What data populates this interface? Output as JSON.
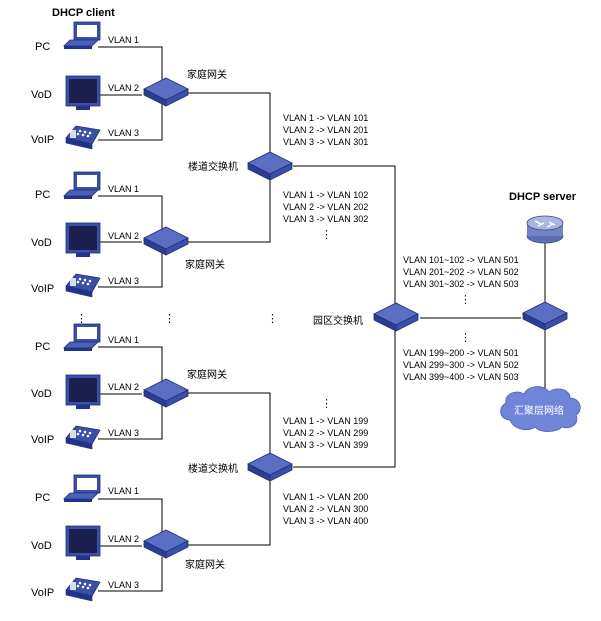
{
  "titles": {
    "dhcp_client": "DHCP client",
    "dhcp_server": "DHCP server"
  },
  "device_labels": {
    "pc": "PC",
    "vod": "VoD",
    "voip": "VoIP",
    "home_gateway": "家庭网关",
    "floor_switch": "楼道交换机",
    "campus_switch": "园区交换机",
    "aggregation_network": "汇聚层网络"
  },
  "client_vlans": [
    "VLAN 1",
    "VLAN 2",
    "VLAN 3"
  ],
  "floor_mappings": [
    {
      "upper": [
        "VLAN 1 -> VLAN 101",
        "VLAN 2 -> VLAN 201",
        "VLAN 3 -> VLAN 301"
      ],
      "lower": [
        "VLAN 1 -> VLAN 102",
        "VLAN 2 -> VLAN 202",
        "VLAN 3 -> VLAN 302"
      ]
    },
    {
      "upper": [
        "VLAN 1 -> VLAN 199",
        "VLAN 2 -> VLAN 299",
        "VLAN 3 -> VLAN 399"
      ],
      "lower": [
        "VLAN 1 -> VLAN 200",
        "VLAN 2 -> VLAN 300",
        "VLAN 3 -> VLAN 400"
      ]
    }
  ],
  "campus_mappings": {
    "upper": [
      "VLAN 101~102 -> VLAN 501",
      "VLAN 201~202 -> VLAN 502",
      "VLAN 301~302 -> VLAN 503"
    ],
    "lower": [
      "VLAN 199~200 -> VLAN 501",
      "VLAN 299~300 -> VLAN 502",
      "VLAN 399~400 -> VLAN 503"
    ]
  },
  "ellipsis": "⋮",
  "icon_colors": {
    "device_blue": "#3a4fa8",
    "device_dark": "#1f2f78",
    "cloud_blue": "#6f86d8",
    "server_grey": "#8fa0c8"
  }
}
